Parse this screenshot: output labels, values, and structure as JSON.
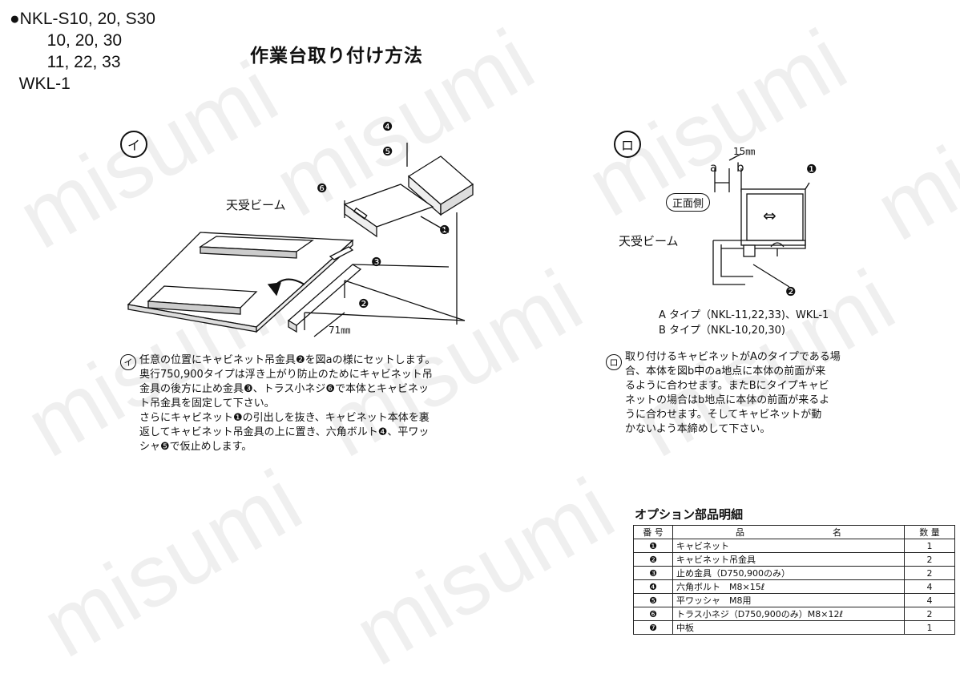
{
  "header": {
    "model_lines": [
      "●NKL-S10, 20, S30",
      "        10, 20, 30",
      "        11, 22, 33",
      "  WKL-1"
    ],
    "title": "作業台取り付け方法"
  },
  "watermark": "misumi",
  "section_i": {
    "marker": "イ",
    "label_beam": "天受ビーム",
    "dim_71": "71㎜",
    "callouts": [
      "❹",
      "❺",
      "❻",
      "❶",
      "❸",
      "❷"
    ],
    "text_lines": [
      "任意の位置にキャビネット吊金具❷を図aの様にセットします。",
      "奥行750,900タイプは浮き上がり防止のためにキャビネット吊",
      "金具の後方に止め金具❸、トラス小ネジ❻で本体とキャビネッ",
      "ト吊金具を固定して下さい。",
      "さらにキャビネット❶の引出しを抜き、キャビネット本体を裏",
      "返してキャビネット吊金具の上に置き、六角ボルト❹、平ワッ",
      "シャ❺で仮止めします。"
    ]
  },
  "section_ro": {
    "marker": "ロ",
    "dim_15": "15㎜",
    "dim_a": "a",
    "dim_b": "b",
    "label_front": "正面側",
    "label_beam": "天受ビーム",
    "arrow": "⇔",
    "callout_1": "❶",
    "callout_2": "❷",
    "type_a": "A タイプ（NKL-11,22,33)、WKL-1",
    "type_b": "B タイプ（NKL-10,20,30)",
    "text_lines": [
      "取り付けるキャビネットがAのタイプである場",
      "合、本体を図b中のa地点に本体の前面が来",
      "るように合わせます。またBにタイプキャビ",
      "ネットの場合はb地点に本体の前面が来るよ",
      "うに合わせます。そしてキャビネットが動",
      "かないよう本締めして下さい。"
    ]
  },
  "options": {
    "title": "オプション部品明細",
    "headers": [
      "番 号",
      "品　　　　　　　　　　名",
      "数 量"
    ],
    "rows": [
      {
        "num": "❶",
        "name": "キャビネット",
        "qty": "1"
      },
      {
        "num": "❷",
        "name": "キャビネット吊金具",
        "qty": "2"
      },
      {
        "num": "❸",
        "name": "止め金具（D750,900のみ）",
        "qty": "2"
      },
      {
        "num": "❹",
        "name": "六角ボルト　M8×15ℓ",
        "qty": "4"
      },
      {
        "num": "❺",
        "name": "平ワッシャ　M8用",
        "qty": "4"
      },
      {
        "num": "❻",
        "name": "トラス小ネジ（D750,900のみ）M8×12ℓ",
        "qty": "2"
      },
      {
        "num": "❼",
        "name": "中板",
        "qty": "1"
      }
    ]
  }
}
